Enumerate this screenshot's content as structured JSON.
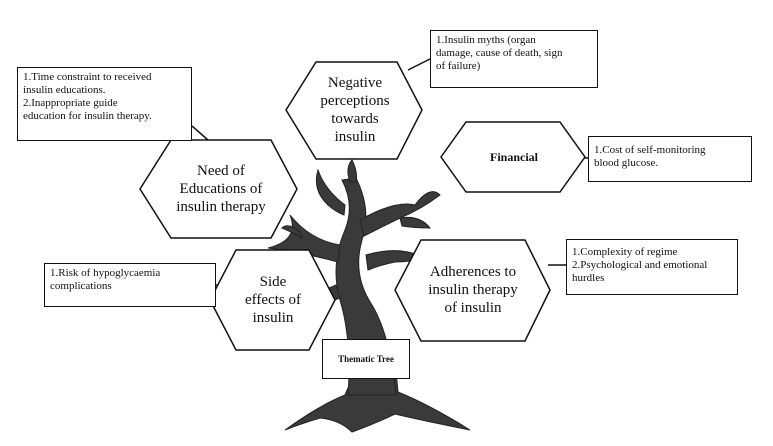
{
  "diagram": {
    "center_label": "Thematic Tree",
    "themes": [
      {
        "id": "negative",
        "lines": [
          "Negative",
          "perceptions",
          "towards",
          "insulin"
        ],
        "note": [
          "1.Insulin myths (organ",
          "damage, cause of death, sign",
          "of failure)"
        ]
      },
      {
        "id": "education",
        "lines": [
          "Need of",
          "Educations of",
          "insulin therapy"
        ],
        "note": [
          "1.Time constraint to received",
          "insulin educations.",
          "2.Inappropriate guide",
          "education for insulin therapy."
        ]
      },
      {
        "id": "financial",
        "lines": [
          "Financial"
        ],
        "note": [
          "1.Cost of self-monitoring",
          "blood glucose."
        ]
      },
      {
        "id": "side-effects",
        "lines": [
          "Side",
          "effects of",
          "insulin"
        ],
        "note": [
          "1.Risk of hypoglycaemia",
          "complications"
        ]
      },
      {
        "id": "adherence",
        "lines": [
          "Adherences to",
          "insulin therapy",
          "of insulin"
        ],
        "note": [
          "1.Complexity of regime",
          "2.Psychological and emotional",
          "hurdles"
        ]
      }
    ]
  }
}
